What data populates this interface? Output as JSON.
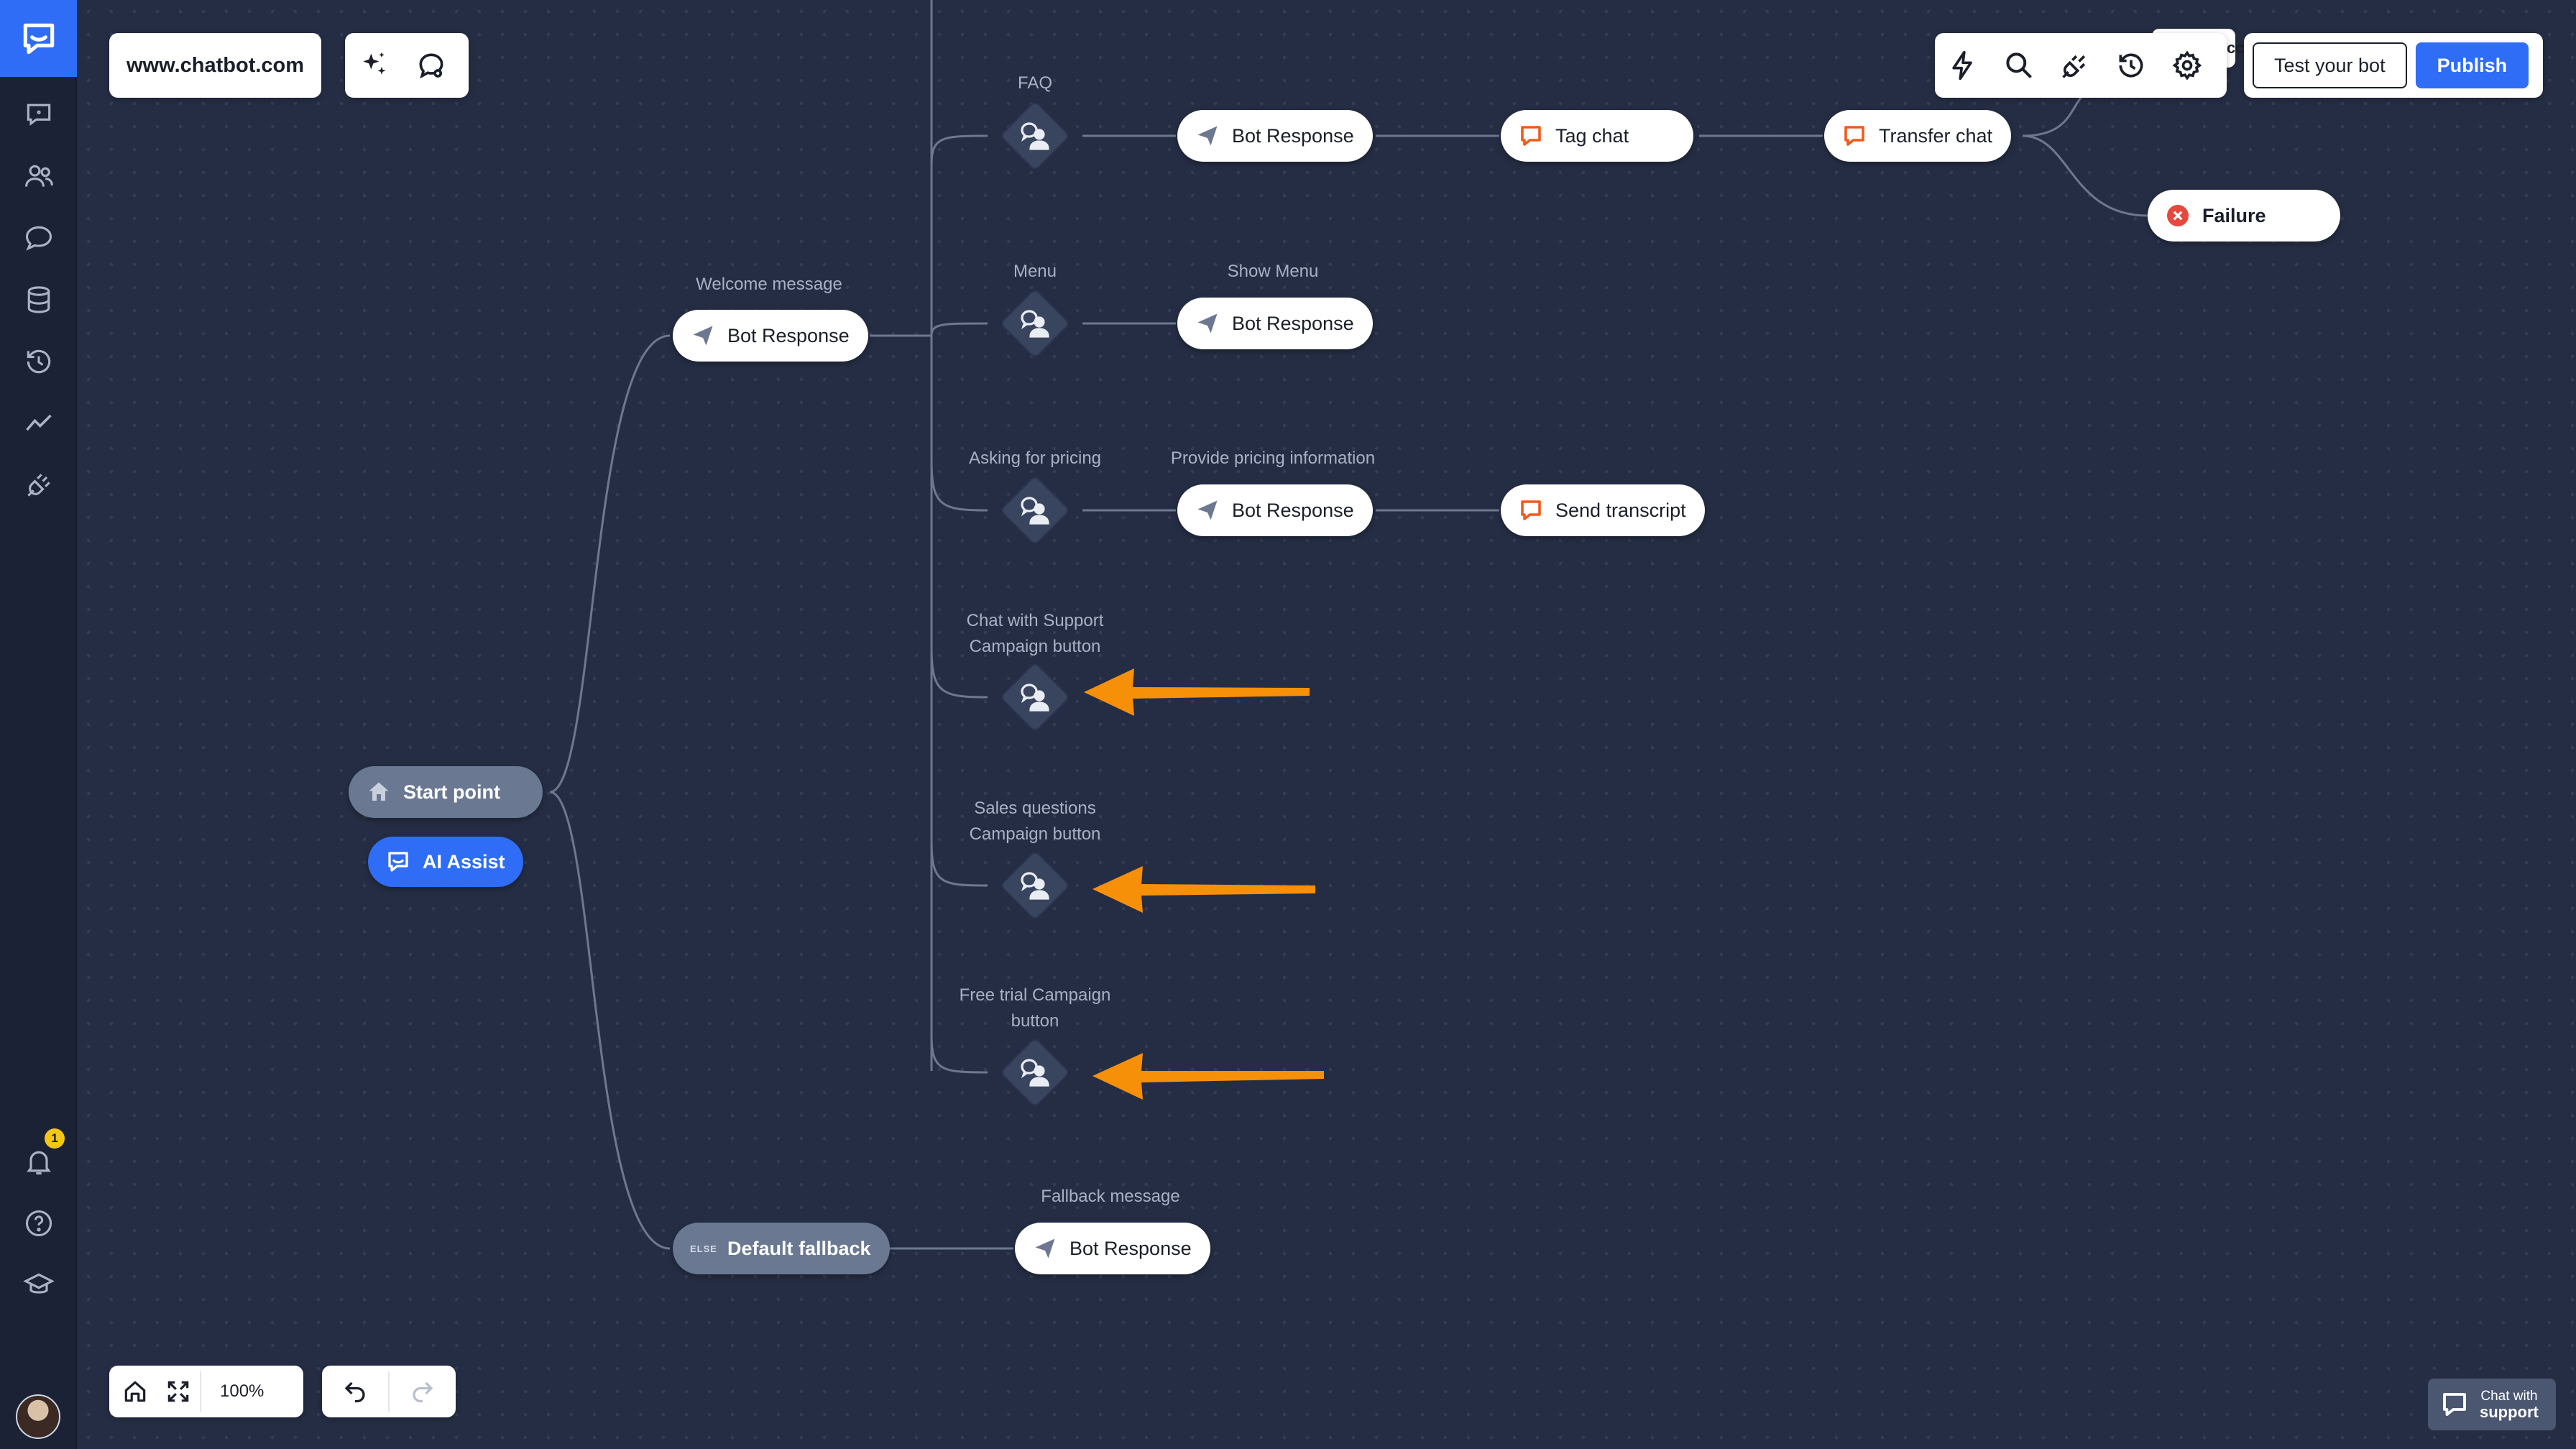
{
  "header": {
    "site": "www.chatbot.com",
    "test_bot": "Test your bot",
    "publish": "Publish",
    "hidden_tab_fragment": "cc"
  },
  "zoom": {
    "level": "100%"
  },
  "sidebar": {
    "notifications_count": "1",
    "items": [
      {
        "icon": "chatbots-icon"
      },
      {
        "icon": "audience-icon"
      },
      {
        "icon": "stories-icon"
      },
      {
        "icon": "data-icon"
      },
      {
        "icon": "archive-icon"
      },
      {
        "icon": "reports-icon"
      },
      {
        "icon": "integrations-icon"
      }
    ]
  },
  "flow": {
    "start_point": "Start point",
    "ai_assist": "AI Assist",
    "welcome_label": "Welcome message",
    "welcome_node": "Bot Response",
    "faq_label": "FAQ",
    "faq_response": "Bot Response",
    "faq_tag": "Tag chat",
    "faq_transfer": "Transfer chat",
    "faq_failure": "Failure",
    "menu_label": "Menu",
    "show_menu_label": "Show Menu",
    "menu_response": "Bot Response",
    "pricing_label": "Asking for pricing",
    "pricing_info_label": "Provide pricing information",
    "pricing_response": "Bot Response",
    "pricing_transcript": "Send transcript",
    "support_label_1": "Chat with Support",
    "support_label_2": "Campaign button",
    "sales_label_1": "Sales questions",
    "sales_label_2": "Campaign button",
    "trial_label_1": "Free trial Campaign",
    "trial_label_2": "button",
    "fallback_else": "ELSE",
    "fallback_node": "Default fallback",
    "fallback_label": "Fallback message",
    "fallback_response": "Bot Response"
  },
  "support_widget": {
    "line1": "Chat with",
    "line2": "support"
  },
  "colors": {
    "canvas": "#252d44",
    "sidebar": "#1c2235",
    "accent": "#2f6df6",
    "arrow": "#f79009",
    "orange_icon": "#f05a1a",
    "failure_red": "#e5483d"
  }
}
